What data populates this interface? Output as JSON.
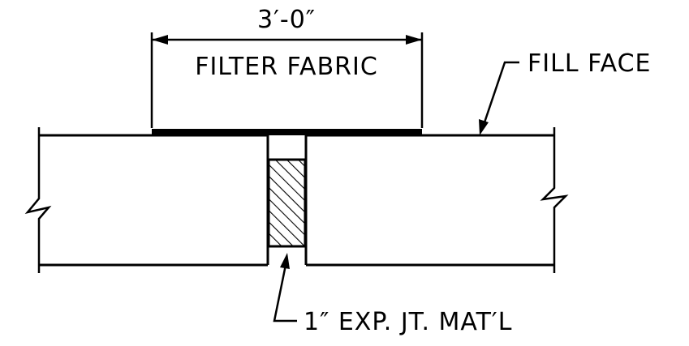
{
  "dimension": {
    "text": "3′-0″"
  },
  "labels": {
    "filter_fabric": "FILTER FABRIC",
    "fill_face": "FILL FACE",
    "joint_material": "1″ EXP. JT. MAT′L"
  },
  "colors": {
    "ink": "#000000",
    "paper": "#ffffff"
  }
}
